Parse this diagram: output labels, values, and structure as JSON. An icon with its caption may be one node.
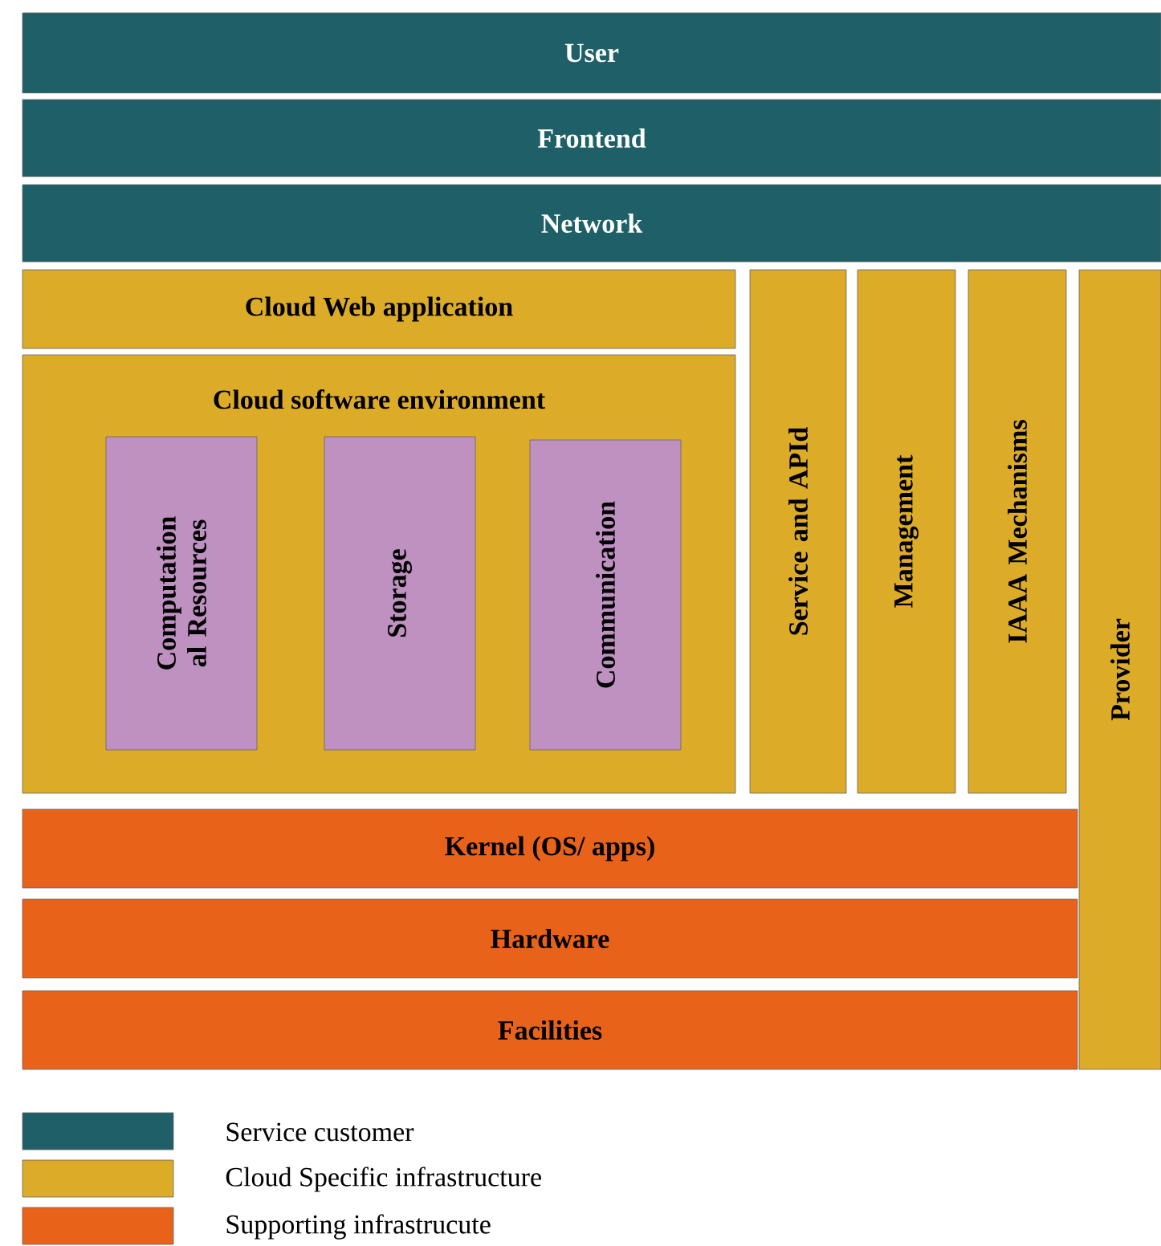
{
  "diagram": {
    "nodes": [
      {
        "text": [
          "User"
        ]
      },
      {
        "text": [
          "Frontend"
        ]
      },
      {
        "text": [
          "Network"
        ]
      },
      {
        "text": [
          "Cloud Web application"
        ]
      },
      {
        "text": [
          "Cloud software environment"
        ]
      },
      {
        "text": [
          "Computation al Resources"
        ],
        "in": 4
      },
      {
        "text": [
          "Storage"
        ],
        "in": 4
      },
      {
        "text": [
          "Communication"
        ],
        "in": 4
      },
      {
        "text": [
          "Service and APId"
        ]
      },
      {
        "text": [
          "Management"
        ]
      },
      {
        "text": [
          "IAAA Mechanisms"
        ]
      },
      {
        "text": [
          "Provider"
        ]
      },
      {
        "text": [
          "Kernel (OS/ apps)"
        ]
      },
      {
        "text": [
          "Hardware"
        ]
      },
      {
        "text": [
          "Facilities"
        ]
      }
    ],
    "legend": [
      {
        "text": "Service customer",
        "color": "#1f6068"
      },
      {
        "text": "Cloud Specific infrastructure",
        "color": "#dcab28"
      },
      {
        "text": "Supporting infrastrucute",
        "color": "#e8621a"
      }
    ]
  }
}
